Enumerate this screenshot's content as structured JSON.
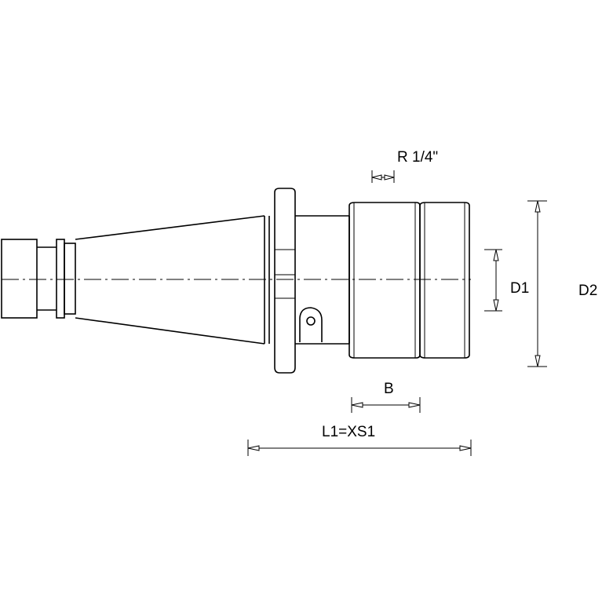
{
  "dimensions": {
    "thread_pitch_label": "R 1/4\"",
    "d1_label": "D1",
    "d2_label": "D2",
    "b_label": "B",
    "l1_label": "L1=XS1"
  },
  "colors": {
    "line": "#000000",
    "background": "#ffffff"
  }
}
